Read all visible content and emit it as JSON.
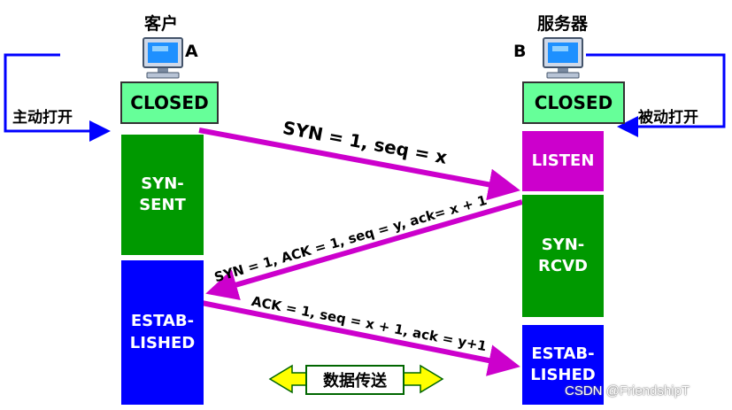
{
  "client": {
    "title": "客户",
    "letter": "A",
    "open_label": "主动打开"
  },
  "server": {
    "title": "服务器",
    "letter": "B",
    "open_label": "被动打开"
  },
  "client_states": [
    "CLOSED",
    "SYN-\nSENT",
    "ESTAB-\nLISHED"
  ],
  "server_states": [
    "CLOSED",
    "LISTEN",
    "SYN-\nRCVD",
    "ESTAB-\nLISHED"
  ],
  "messages": {
    "syn": "SYN = 1, seq = x",
    "synack": "SYN = 1, ACK = 1, seq = y, ack= x + 1",
    "ack": "ACK = 1, seq = x + 1, ack = y+1"
  },
  "data_transfer_label": "数据传送",
  "watermark": "CSDN @FriendshipT",
  "colors": {
    "closed": "#66ff99",
    "green": "#009900",
    "purple": "#cc00cc",
    "blue": "#0000ff",
    "arrow": "#cc00cc",
    "open_line": "#0000ff",
    "data_arrow": "#ffff00"
  }
}
